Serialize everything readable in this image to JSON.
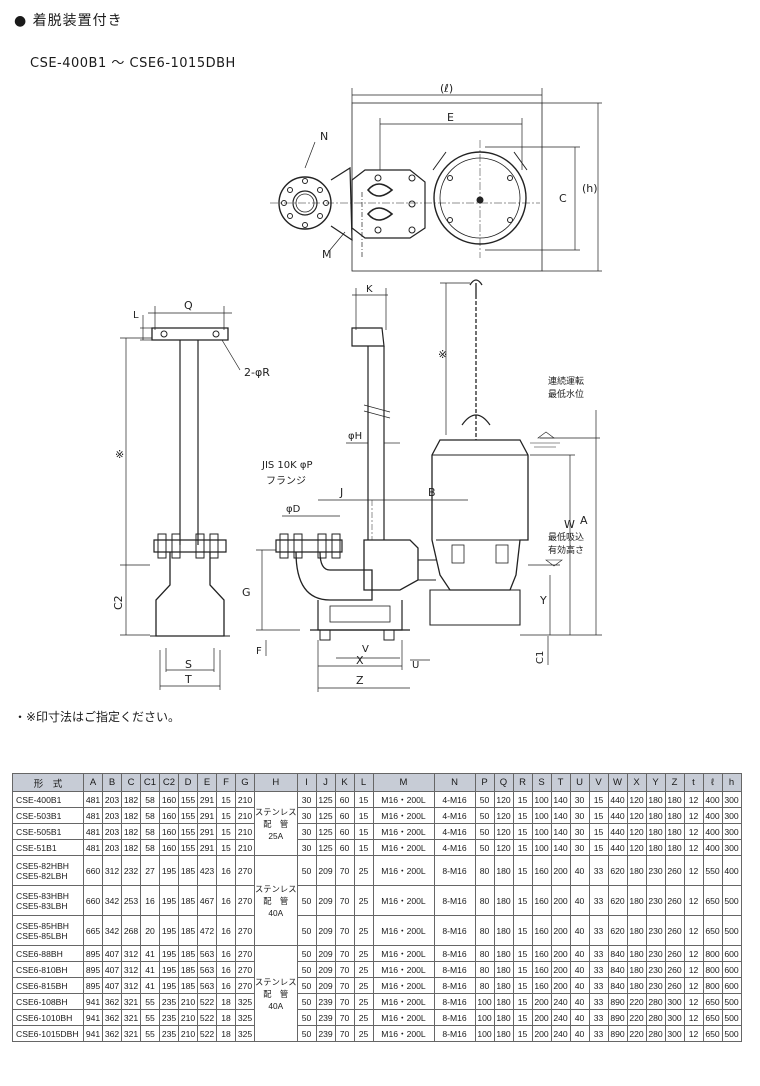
{
  "heading": {
    "bullet": "●",
    "title": "着脱装置付き"
  },
  "series_range": "CSE-400B1 〜 CSE6-1015DBH",
  "footnote": "・※印寸法はご指定ください。",
  "drawing": {
    "labels": {
      "l": "(ℓ)",
      "E": "E",
      "N": "N",
      "C": "C",
      "h": "(h)",
      "M": "M",
      "K": "K",
      "Q": "Q",
      "L": "L",
      "R": "2-φR",
      "star": "※",
      "run_level": "連続運転\n最低水位",
      "H": "φH",
      "jis": "JIS 10K φP",
      "flange": "フランジ",
      "J": "J",
      "B": "B",
      "D": "φD",
      "W": "W",
      "A": "A",
      "suction": "最低吸込\n有効高さ",
      "C2": "C2",
      "G": "G",
      "Y": "Y",
      "F": "F",
      "C1": "C1",
      "V": "V",
      "X": "X",
      "U": "U",
      "S": "S",
      "T": "T",
      "Z": "Z"
    }
  },
  "table": {
    "columns": [
      "形　式",
      "A",
      "B",
      "C",
      "C1",
      "C2",
      "D",
      "E",
      "F",
      "G",
      "H",
      "I",
      "J",
      "K",
      "L",
      "M",
      "N",
      "P",
      "Q",
      "R",
      "S",
      "T",
      "U",
      "V",
      "W",
      "X",
      "Y",
      "Z",
      "t",
      "ℓ",
      "h"
    ],
    "groups": [
      {
        "h_label": [
          "ステンレス",
          "配　管",
          "25A"
        ],
        "rows": [
          {
            "model": [
              "CSE-400B1"
            ],
            "v": [
              "481",
              "203",
              "182",
              "58",
              "160",
              "155",
              "291",
              "15",
              "210",
              "30",
              "125",
              "60",
              "15",
              "M16・200L",
              "4-M16",
              "50",
              "120",
              "15",
              "100",
              "140",
              "30",
              "15",
              "440",
              "120",
              "180",
              "180",
              "12",
              "400",
              "300"
            ]
          },
          {
            "model": [
              "CSE-503B1"
            ],
            "v": [
              "481",
              "203",
              "182",
              "58",
              "160",
              "155",
              "291",
              "15",
              "210",
              "30",
              "125",
              "60",
              "15",
              "M16・200L",
              "4-M16",
              "50",
              "120",
              "15",
              "100",
              "140",
              "30",
              "15",
              "440",
              "120",
              "180",
              "180",
              "12",
              "400",
              "300"
            ]
          },
          {
            "model": [
              "CSE-505B1"
            ],
            "v": [
              "481",
              "203",
              "182",
              "58",
              "160",
              "155",
              "291",
              "15",
              "210",
              "30",
              "125",
              "60",
              "15",
              "M16・200L",
              "4-M16",
              "50",
              "120",
              "15",
              "100",
              "140",
              "30",
              "15",
              "440",
              "120",
              "180",
              "180",
              "12",
              "400",
              "300"
            ]
          },
          {
            "model": [
              "CSE-51B1"
            ],
            "v": [
              "481",
              "203",
              "182",
              "58",
              "160",
              "155",
              "291",
              "15",
              "210",
              "30",
              "125",
              "60",
              "15",
              "M16・200L",
              "4-M16",
              "50",
              "120",
              "15",
              "100",
              "140",
              "30",
              "15",
              "440",
              "120",
              "180",
              "180",
              "12",
              "400",
              "300"
            ]
          }
        ]
      },
      {
        "h_label": [
          "ステンレス",
          "配　管",
          "40A"
        ],
        "rows": [
          {
            "model": [
              "CSE5-82HBH",
              "CSE5-82LBH"
            ],
            "v": [
              "660",
              "312",
              "232",
              "27",
              "195",
              "185",
              "423",
              "16",
              "270",
              "50",
              "209",
              "70",
              "25",
              "M16・200L",
              "8-M16",
              "80",
              "180",
              "15",
              "160",
              "200",
              "40",
              "33",
              "620",
              "180",
              "230",
              "260",
              "12",
              "550",
              "400"
            ]
          },
          {
            "model": [
              "CSE5-83HBH",
              "CSE5-83LBH"
            ],
            "v": [
              "660",
              "342",
              "253",
              "16",
              "195",
              "185",
              "467",
              "16",
              "270",
              "50",
              "209",
              "70",
              "25",
              "M16・200L",
              "8-M16",
              "80",
              "180",
              "15",
              "160",
              "200",
              "40",
              "33",
              "620",
              "180",
              "230",
              "260",
              "12",
              "650",
              "500"
            ]
          },
          {
            "model": [
              "CSE5-85HBH",
              "CSE5-85LBH"
            ],
            "v": [
              "665",
              "342",
              "268",
              "20",
              "195",
              "185",
              "472",
              "16",
              "270",
              "50",
              "209",
              "70",
              "25",
              "M16・200L",
              "8-M16",
              "80",
              "180",
              "15",
              "160",
              "200",
              "40",
              "33",
              "620",
              "180",
              "230",
              "260",
              "12",
              "650",
              "500"
            ]
          }
        ]
      },
      {
        "h_label": [
          "ステンレス",
          "配　管",
          "40A"
        ],
        "rows": [
          {
            "model": [
              "CSE6-88BH"
            ],
            "v": [
              "895",
              "407",
              "312",
              "41",
              "195",
              "185",
              "563",
              "16",
              "270",
              "50",
              "209",
              "70",
              "25",
              "M16・200L",
              "8-M16",
              "80",
              "180",
              "15",
              "160",
              "200",
              "40",
              "33",
              "840",
              "180",
              "230",
              "260",
              "12",
              "800",
              "600"
            ]
          },
          {
            "model": [
              "CSE6-810BH"
            ],
            "v": [
              "895",
              "407",
              "312",
              "41",
              "195",
              "185",
              "563",
              "16",
              "270",
              "50",
              "209",
              "70",
              "25",
              "M16・200L",
              "8-M16",
              "80",
              "180",
              "15",
              "160",
              "200",
              "40",
              "33",
              "840",
              "180",
              "230",
              "260",
              "12",
              "800",
              "600"
            ]
          },
          {
            "model": [
              "CSE6-815BH"
            ],
            "v": [
              "895",
              "407",
              "312",
              "41",
              "195",
              "185",
              "563",
              "16",
              "270",
              "50",
              "209",
              "70",
              "25",
              "M16・200L",
              "8-M16",
              "80",
              "180",
              "15",
              "160",
              "200",
              "40",
              "33",
              "840",
              "180",
              "230",
              "260",
              "12",
              "800",
              "600"
            ]
          },
          {
            "model": [
              "CSE6-108BH"
            ],
            "v": [
              "941",
              "362",
              "321",
              "55",
              "235",
              "210",
              "522",
              "18",
              "325",
              "50",
              "239",
              "70",
              "25",
              "M16・200L",
              "8-M16",
              "100",
              "180",
              "15",
              "200",
              "240",
              "40",
              "33",
              "890",
              "220",
              "280",
              "300",
              "12",
              "650",
              "500"
            ]
          },
          {
            "model": [
              "CSE6-1010BH"
            ],
            "v": [
              "941",
              "362",
              "321",
              "55",
              "235",
              "210",
              "522",
              "18",
              "325",
              "50",
              "239",
              "70",
              "25",
              "M16・200L",
              "8-M16",
              "100",
              "180",
              "15",
              "200",
              "240",
              "40",
              "33",
              "890",
              "220",
              "280",
              "300",
              "12",
              "650",
              "500"
            ]
          },
          {
            "model": [
              "CSE6-1015DBH"
            ],
            "v": [
              "941",
              "362",
              "321",
              "55",
              "235",
              "210",
              "522",
              "18",
              "325",
              "50",
              "239",
              "70",
              "25",
              "M16・200L",
              "8-M16",
              "100",
              "180",
              "15",
              "200",
              "240",
              "40",
              "33",
              "890",
              "220",
              "280",
              "300",
              "12",
              "650",
              "500"
            ]
          }
        ]
      }
    ]
  }
}
